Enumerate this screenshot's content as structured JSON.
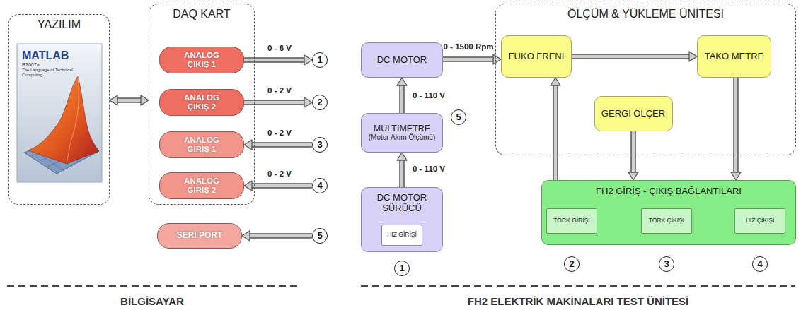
{
  "diagram": {
    "nodes": [
      {
        "text": [
          "YAZILIM"
        ]
      },
      {
        "text": [
          "MATLAB",
          "R2007a",
          "The Language of Technical Computing"
        ],
        "in": 0
      },
      {
        "text": [
          "DAQ KART"
        ]
      },
      {
        "text": [
          "ANALOG ÇIKIŞ 1"
        ],
        "in": 2
      },
      {
        "text": [
          "ANALOG ÇIKIŞ 2"
        ],
        "in": 2
      },
      {
        "text": [
          "ANALOG GİRİŞ 1"
        ],
        "in": 2
      },
      {
        "text": [
          "ANALOG GİRİŞ 2"
        ],
        "in": 2
      },
      {
        "text": [
          "1"
        ]
      },
      {
        "text": [
          "2"
        ]
      },
      {
        "text": [
          "3"
        ]
      },
      {
        "text": [
          "4"
        ]
      },
      {
        "text": [
          "SERİ PORT"
        ]
      },
      {
        "text": [
          "5"
        ]
      },
      {
        "text": [
          "DC MOTOR"
        ]
      },
      {
        "text": [
          "MULTIMETRE",
          "(Motor Akım Ölçümü)"
        ]
      },
      {
        "text": [
          "5"
        ]
      },
      {
        "text": [
          "DC MOTOR SÜRÜCÜ"
        ]
      },
      {
        "text": [
          "HIZ GİRİŞİ"
        ],
        "in": 16
      },
      {
        "text": [
          "1"
        ]
      },
      {
        "text": [
          "ÖLÇÜM & YÜKLEME ÜNİTESİ"
        ]
      },
      {
        "text": [
          "FUKO FRENİ"
        ],
        "in": 19
      },
      {
        "text": [
          "TAKO METRE"
        ],
        "in": 19
      },
      {
        "text": [
          "GERGİ ÖLÇER"
        ],
        "in": 19
      },
      {
        "text": [
          "FH2 GİRİŞ - ÇIKIŞ BAĞLANTILARI"
        ]
      },
      {
        "text": [
          "TORK GİRİŞİ"
        ],
        "in": 23
      },
      {
        "text": [
          "TORK ÇIKIŞI"
        ],
        "in": 23
      },
      {
        "text": [
          "HIZ ÇIKIŞI"
        ],
        "in": 23
      },
      {
        "text": [
          "2"
        ]
      },
      {
        "text": [
          "3"
        ]
      },
      {
        "text": [
          "4"
        ]
      }
    ],
    "edges": [
      {
        "from": 0,
        "to": 2,
        "arrow": "both"
      },
      {
        "from": 3,
        "to": 7,
        "label": "0 - 6 V",
        "arrow": "to"
      },
      {
        "from": 4,
        "to": 8,
        "label": "0 - 2 V",
        "arrow": "to"
      },
      {
        "from": 9,
        "to": 5,
        "label": "0 - 2 V",
        "arrow": "to"
      },
      {
        "from": 10,
        "to": 6,
        "label": "0 - 2 V",
        "arrow": "to"
      },
      {
        "from": 12,
        "to": 11,
        "arrow": "to"
      },
      {
        "from": 16,
        "to": 14,
        "label": "0 - 110 V",
        "arrow": "to"
      },
      {
        "from": 14,
        "to": 13,
        "label": "0 - 110 V",
        "arrow": "to"
      },
      {
        "from": 13,
        "to": 20,
        "label": "0 - 1500 Rpm",
        "arrow": "to"
      },
      {
        "from": 20,
        "to": 21,
        "arrow": "to"
      },
      {
        "from": 23,
        "to": 20,
        "arrow": "to"
      },
      {
        "from": 22,
        "to": 23,
        "arrow": "to"
      },
      {
        "from": 21,
        "to": 23,
        "arrow": "to"
      }
    ],
    "labels": [
      "BİLGİSAYAR",
      "FH2 ELEKTRİK MAKİNALARI TEST ÜNİTESİ"
    ]
  }
}
